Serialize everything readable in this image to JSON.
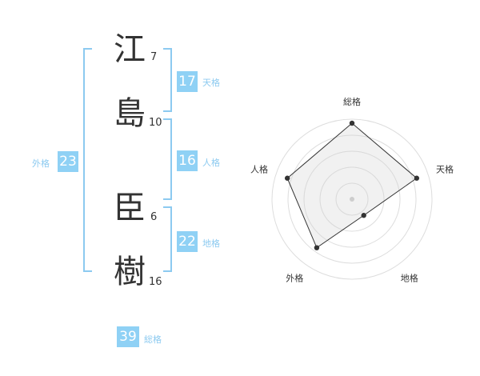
{
  "name": {
    "characters": [
      {
        "char": "江",
        "strokes": "7"
      },
      {
        "char": "島",
        "strokes": "10"
      },
      {
        "char": "臣",
        "strokes": "6"
      },
      {
        "char": "樹",
        "strokes": "16"
      }
    ]
  },
  "fortunes": {
    "tenkaku": {
      "value": "17",
      "label": "天格"
    },
    "jinkaku": {
      "value": "16",
      "label": "人格"
    },
    "chikaku": {
      "value": "22",
      "label": "地格"
    },
    "gaikaku": {
      "value": "23",
      "label": "外格"
    },
    "soukaku": {
      "value": "39",
      "label": "総格"
    }
  },
  "colors": {
    "accent": "#8ccaf0",
    "badge": "#8fd1f5",
    "text": "#333333"
  },
  "chart_data": {
    "type": "radar",
    "axes": [
      "総格",
      "天格",
      "地格",
      "外格",
      "人格"
    ],
    "values": [
      0.95,
      0.85,
      0.25,
      0.75,
      0.85
    ],
    "range": [
      0,
      1
    ],
    "rings": 5
  }
}
